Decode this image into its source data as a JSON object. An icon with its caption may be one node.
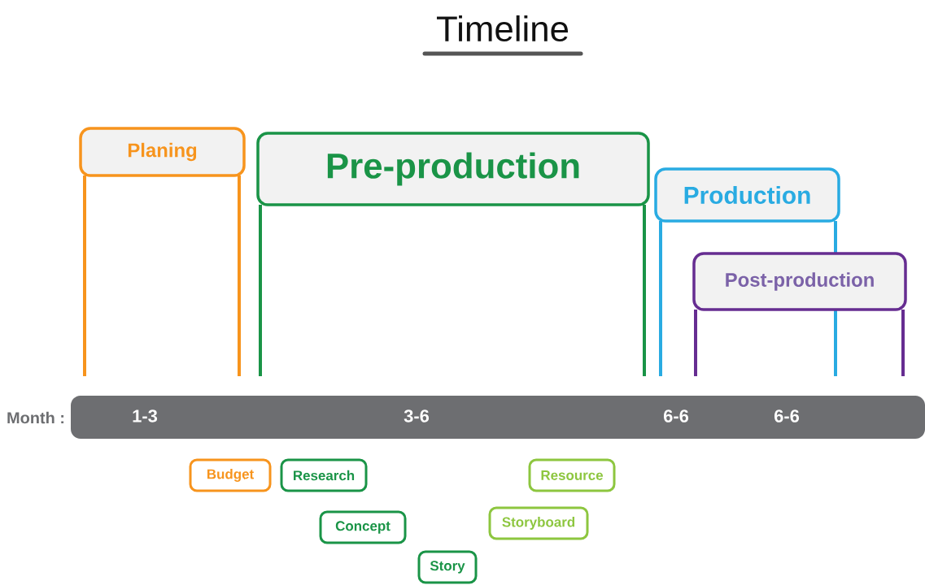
{
  "diagram": {
    "title": "Timeline",
    "nodes": [
      {
        "text": [
          "Planing"
        ]
      },
      {
        "text": [
          "Pre-production"
        ]
      },
      {
        "text": [
          "Production"
        ]
      },
      {
        "text": [
          "Post-production"
        ]
      },
      {
        "text": [
          "1-3",
          "3-6",
          "6-6",
          "6-6"
        ]
      },
      {
        "text": [
          "Budget"
        ]
      },
      {
        "text": [
          "Research"
        ]
      },
      {
        "text": [
          "Resource"
        ]
      },
      {
        "text": [
          "Concept"
        ]
      },
      {
        "text": [
          "Storyboard"
        ]
      },
      {
        "text": [
          "Story"
        ]
      }
    ],
    "edges": [],
    "labels": [
      "Month :"
    ]
  }
}
